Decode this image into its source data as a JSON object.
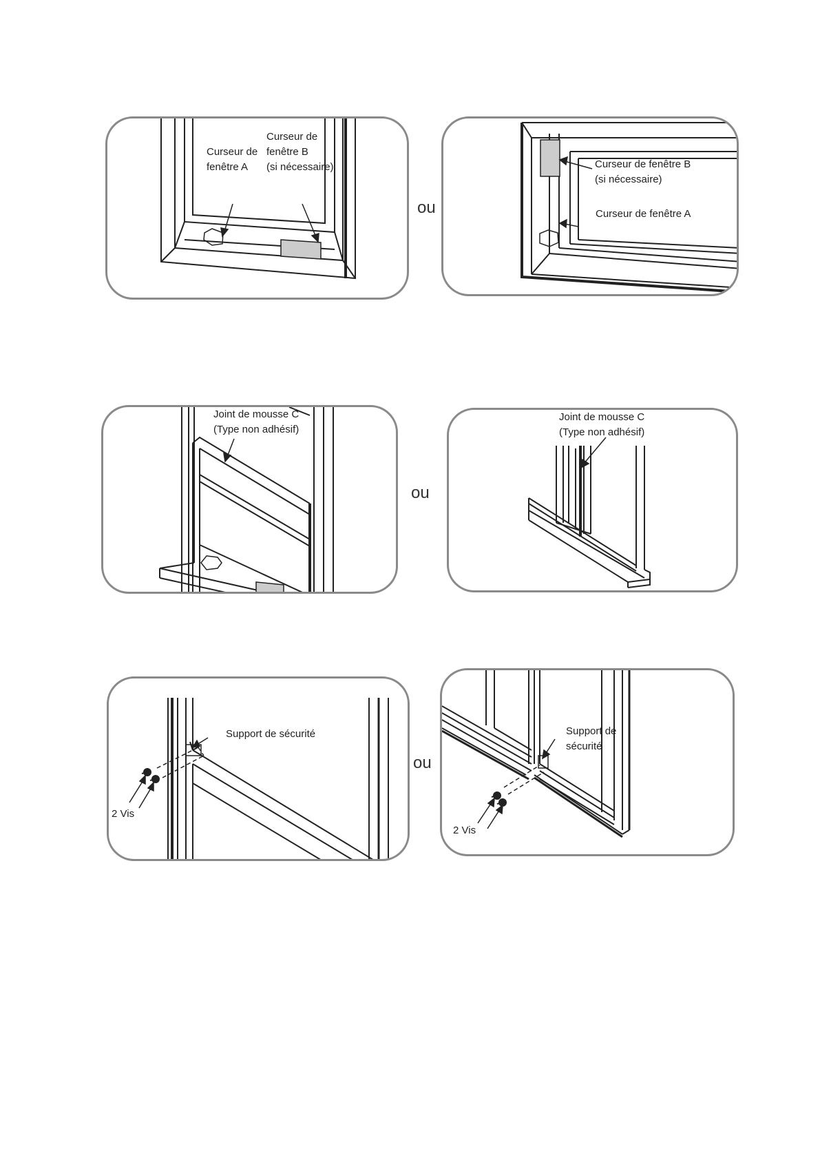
{
  "or_word": "ou",
  "colors": {
    "panel_border": "#8a8a8a",
    "line": "#222222",
    "slider_fill": "#cccccc"
  },
  "panels": {
    "p1": {
      "label_a": "Curseur de\nfenêtre A",
      "label_b": "Curseur de\nfenêtre B\n(si nécessaire)"
    },
    "p2": {
      "label_b": "Curseur de fenêtre B\n(si nécessaire)",
      "label_a": "Curseur de fenêtre A"
    },
    "p3": {
      "label_c": "Joint de mousse C\n(Type non adhésif)"
    },
    "p4": {
      "label_c": "Joint de mousse C\n(Type non adhésif)"
    },
    "p5": {
      "label_support": "Support de sécurité",
      "label_screws": "2 Vis"
    },
    "p6": {
      "label_support": "Support de\nsécurité",
      "label_screws": "2 Vis"
    }
  }
}
